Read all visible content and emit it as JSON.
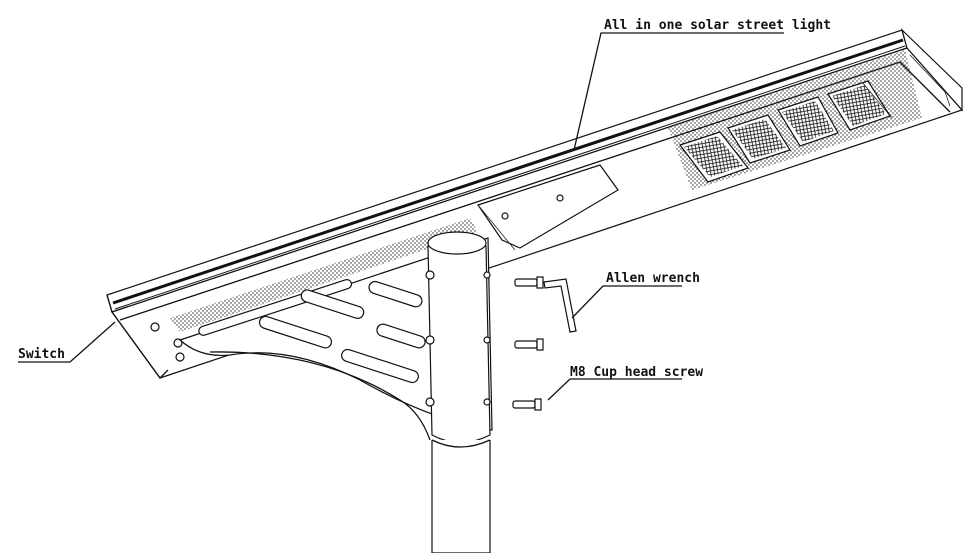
{
  "labels": {
    "title": "All in one solar street light",
    "allen": "Allen wrench",
    "screw": "M8 Cup head screw",
    "switch": "Switch"
  },
  "colors": {
    "ink": "#111111",
    "paper": "#ffffff"
  }
}
